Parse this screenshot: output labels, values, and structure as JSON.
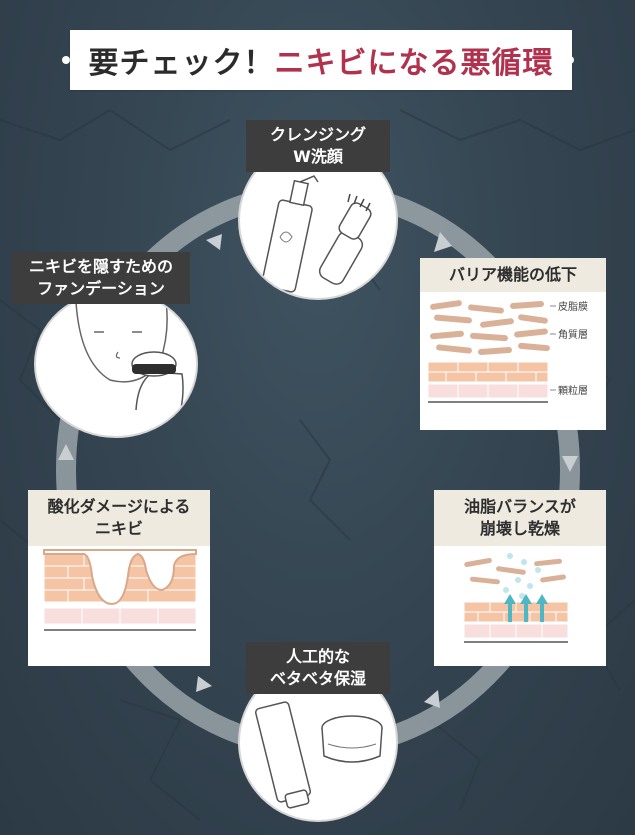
{
  "title": {
    "prefix": "要チェック！",
    "accent": "ニキビになる悪循環"
  },
  "steps": [
    {
      "id": "cleansing",
      "lines": [
        "クレンジング",
        "W洗顔"
      ]
    },
    {
      "id": "barrier",
      "lines": [
        "バリア機能の低下"
      ],
      "layers": [
        "皮脂膜",
        "角質層",
        "顆粒層"
      ]
    },
    {
      "id": "oil",
      "lines": [
        "油脂バランスが",
        "崩壊し乾燥"
      ]
    },
    {
      "id": "moist",
      "lines": [
        "人工的な",
        "ベタベタ保湿"
      ]
    },
    {
      "id": "oxidation",
      "lines": [
        "酸化ダメージによる",
        "ニキビ"
      ]
    },
    {
      "id": "foundation",
      "lines": [
        "ニキビを隠すための",
        "ファンデーション"
      ]
    }
  ],
  "colors": {
    "accent": "#b0324f",
    "label_dark": "#3d3d3d",
    "card_head": "#eeeae0",
    "skin": "#f1c9a8",
    "arrow": "#4fb6c4"
  }
}
